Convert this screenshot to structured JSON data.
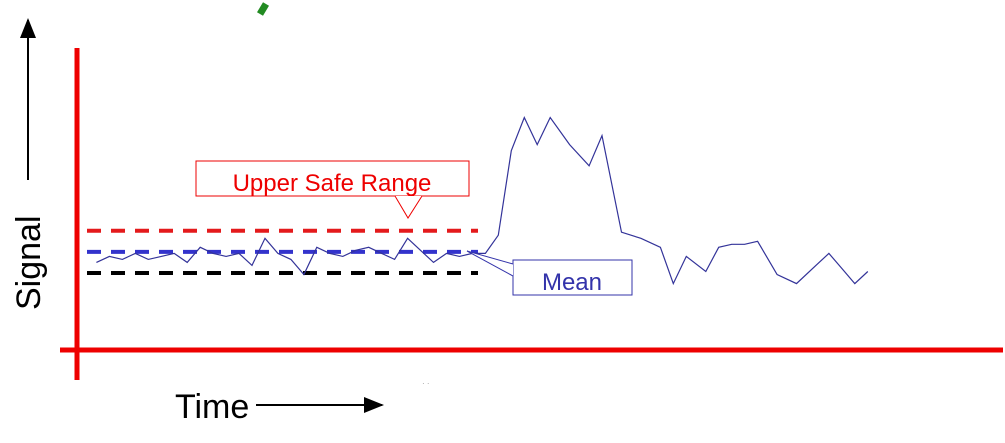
{
  "colors": {
    "axis": "#ee0000",
    "signal": "#333399",
    "upper": "#e41a1c",
    "mean": "#3333cc",
    "lower": "#000000",
    "callout_upper": "#ee0000",
    "callout_mean": "#3333aa"
  },
  "chart_data": {
    "type": "line",
    "title": "",
    "xlabel": "Time",
    "ylabel": "Signal",
    "xlim": [
      0,
      100
    ],
    "ylim": [
      0,
      100
    ],
    "grid": false,
    "series": [
      {
        "points": [
          [
            3,
            29
          ],
          [
            5,
            31
          ],
          [
            7,
            30
          ],
          [
            9,
            32
          ],
          [
            11,
            30
          ],
          [
            13,
            31
          ],
          [
            15,
            32
          ],
          [
            17,
            29
          ],
          [
            19,
            34
          ],
          [
            21,
            32
          ],
          [
            23,
            31
          ],
          [
            25,
            32
          ],
          [
            27,
            28
          ],
          [
            29,
            37
          ],
          [
            31,
            32
          ],
          [
            33,
            30
          ],
          [
            35,
            25
          ],
          [
            37,
            34
          ],
          [
            39,
            32
          ],
          [
            41,
            31
          ],
          [
            43,
            33
          ],
          [
            45,
            34
          ],
          [
            47,
            32
          ],
          [
            49,
            30
          ],
          [
            51,
            37
          ],
          [
            53,
            33
          ],
          [
            55,
            29
          ],
          [
            57,
            32
          ],
          [
            59,
            31
          ],
          [
            61,
            32
          ],
          [
            63,
            32
          ],
          [
            65,
            38
          ],
          [
            67,
            66
          ],
          [
            69,
            77
          ],
          [
            71,
            68
          ],
          [
            73,
            77
          ],
          [
            76,
            68
          ],
          [
            79,
            61
          ],
          [
            81,
            71
          ],
          [
            84,
            39
          ],
          [
            87,
            37
          ],
          [
            90,
            34
          ],
          [
            92,
            22
          ],
          [
            94,
            31
          ],
          [
            97,
            26
          ],
          [
            99,
            34
          ],
          [
            101,
            35
          ],
          [
            103,
            35
          ],
          [
            105,
            36
          ],
          [
            108,
            25
          ],
          [
            111,
            22
          ],
          [
            114,
            28
          ],
          [
            116,
            32
          ],
          [
            118,
            27
          ],
          [
            120,
            22
          ],
          [
            122,
            26
          ]
        ]
      }
    ],
    "reference_lines": [
      {
        "label": "Upper Safe Range",
        "y": 39.5,
        "style": "dashed"
      },
      {
        "label": "Mean",
        "y": 32.5,
        "style": "dashed"
      },
      {
        "label": "",
        "y": 25.5,
        "style": "dashed"
      }
    ],
    "annotations": {
      "upper": "Upper Safe Range",
      "mean": "Mean"
    }
  }
}
